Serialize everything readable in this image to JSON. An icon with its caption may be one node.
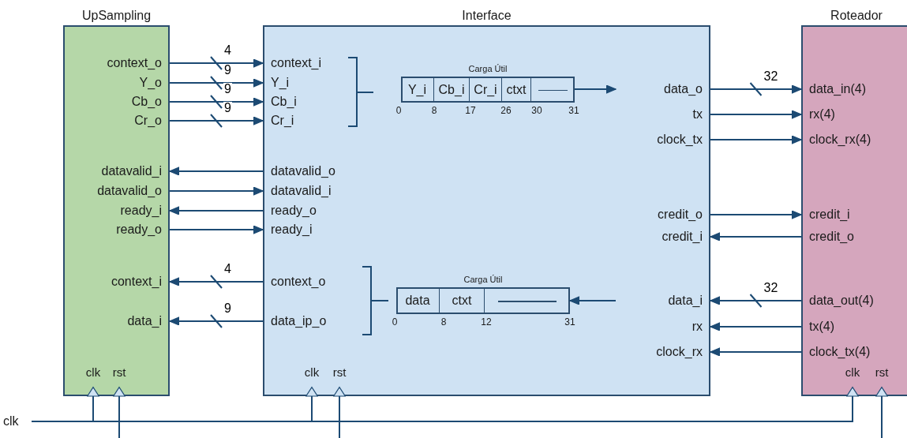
{
  "diagram": {
    "nodes": [
      {
        "text": [
          "UpSampling"
        ]
      },
      {
        "text": [
          "context_o"
        ],
        "in": 0
      },
      {
        "text": [
          "Y_o"
        ],
        "in": 0
      },
      {
        "text": [
          "Cb_o"
        ],
        "in": 0
      },
      {
        "text": [
          "Cr_o"
        ],
        "in": 0
      },
      {
        "text": [
          "datavalid_i"
        ],
        "in": 0
      },
      {
        "text": [
          "datavalid_o"
        ],
        "in": 0
      },
      {
        "text": [
          "ready_i"
        ],
        "in": 0
      },
      {
        "text": [
          "ready_o"
        ],
        "in": 0
      },
      {
        "text": [
          "context_i"
        ],
        "in": 0
      },
      {
        "text": [
          "data_i"
        ],
        "in": 0
      },
      {
        "text": [
          "clk"
        ],
        "in": 0
      },
      {
        "text": [
          "rst"
        ],
        "in": 0
      },
      {
        "text": [
          "Interface"
        ]
      },
      {
        "text": [
          "context_i"
        ],
        "in": 13
      },
      {
        "text": [
          "Y_i"
        ],
        "in": 13
      },
      {
        "text": [
          "Cb_i"
        ],
        "in": 13
      },
      {
        "text": [
          "Cr_i"
        ],
        "in": 13
      },
      {
        "text": [
          "datavalid_o"
        ],
        "in": 13
      },
      {
        "text": [
          "datavalid_i"
        ],
        "in": 13
      },
      {
        "text": [
          "ready_o"
        ],
        "in": 13
      },
      {
        "text": [
          "ready_i"
        ],
        "in": 13
      },
      {
        "text": [
          "context_o"
        ],
        "in": 13
      },
      {
        "text": [
          "data_ip_o"
        ],
        "in": 13
      },
      {
        "text": [
          "clk"
        ],
        "in": 13
      },
      {
        "text": [
          "rst"
        ],
        "in": 13
      },
      {
        "text": [
          "Carga Útil"
        ],
        "in": 13
      },
      {
        "text": [
          "Y_i"
        ],
        "in": 26
      },
      {
        "text": [
          "Cb_i"
        ],
        "in": 26
      },
      {
        "text": [
          "Cr_i"
        ],
        "in": 26
      },
      {
        "text": [
          "ctxt"
        ],
        "in": 26
      },
      {
        "text": [],
        "shape": "box",
        "in": 26
      },
      {
        "text": [
          "data_o"
        ],
        "in": 13
      },
      {
        "text": [
          "tx"
        ],
        "in": 13
      },
      {
        "text": [
          "clock_tx"
        ],
        "in": 13
      },
      {
        "text": [
          "credit_o"
        ],
        "in": 13
      },
      {
        "text": [
          "credit_i"
        ],
        "in": 13
      },
      {
        "text": [
          "Carga Útil"
        ],
        "in": 13
      },
      {
        "text": [
          "data"
        ],
        "in": 37
      },
      {
        "text": [
          "ctxt"
        ],
        "in": 37
      },
      {
        "text": [],
        "shape": "box",
        "in": 37
      },
      {
        "text": [
          "data_i"
        ],
        "in": 13
      },
      {
        "text": [
          "rx"
        ],
        "in": 13
      },
      {
        "text": [
          "clock_rx"
        ],
        "in": 13
      },
      {
        "text": [
          "Roteador"
        ]
      },
      {
        "text": [
          "data_in(4)"
        ],
        "in": 44
      },
      {
        "text": [
          "rx(4)"
        ],
        "in": 44
      },
      {
        "text": [
          "clock_rx(4)"
        ],
        "in": 44
      },
      {
        "text": [
          "credit_i"
        ],
        "in": 44
      },
      {
        "text": [
          "credit_o"
        ],
        "in": 44
      },
      {
        "text": [
          "data_out(4)"
        ],
        "in": 44
      },
      {
        "text": [
          "tx(4)"
        ],
        "in": 44
      },
      {
        "text": [
          "clock_tx(4)"
        ],
        "in": 44
      },
      {
        "text": [
          "clk"
        ],
        "in": 44
      },
      {
        "text": [
          "rst"
        ],
        "in": 44
      },
      {
        "text": [
          "clk"
        ]
      }
    ],
    "edges": [
      {
        "from": 1,
        "to": 14,
        "arrow": "to",
        "label": "4"
      },
      {
        "from": 2,
        "to": 15,
        "arrow": "to",
        "label": "9"
      },
      {
        "from": 3,
        "to": 16,
        "arrow": "to",
        "label": "9"
      },
      {
        "from": 4,
        "to": 17,
        "arrow": "to",
        "label": "9"
      },
      {
        "from": 18,
        "to": 5,
        "arrow": "to"
      },
      {
        "from": 6,
        "to": 19,
        "arrow": "to"
      },
      {
        "from": 20,
        "to": 7,
        "arrow": "to"
      },
      {
        "from": 8,
        "to": 21,
        "arrow": "to"
      },
      {
        "from": 22,
        "to": 9,
        "arrow": "to",
        "label": "4"
      },
      {
        "from": 23,
        "to": 10,
        "arrow": "to",
        "label": "9"
      },
      {
        "from": 26,
        "to": 32,
        "arrow": "to"
      },
      {
        "from": 32,
        "to": 45,
        "arrow": "to",
        "label": "32"
      },
      {
        "from": 33,
        "to": 46,
        "arrow": "to"
      },
      {
        "from": 34,
        "to": 47,
        "arrow": "to"
      },
      {
        "from": 35,
        "to": 48,
        "arrow": "to"
      },
      {
        "from": 49,
        "to": 36,
        "arrow": "to"
      },
      {
        "from": 50,
        "to": 41,
        "arrow": "to",
        "label": "32"
      },
      {
        "from": 51,
        "to": 42,
        "arrow": "to"
      },
      {
        "from": 52,
        "to": 43,
        "arrow": "to"
      },
      {
        "from": 41,
        "to": 37,
        "arrow": "to"
      },
      {
        "from": 55,
        "to": 11,
        "arrow": "to"
      },
      {
        "from": 55,
        "to": 24,
        "arrow": "to"
      },
      {
        "from": 55,
        "to": 53,
        "arrow": "to"
      },
      {
        "from": null,
        "to": 12,
        "arrow": "to"
      },
      {
        "from": null,
        "to": 25,
        "arrow": "to"
      },
      {
        "from": null,
        "to": 54,
        "arrow": "to"
      }
    ],
    "labels": [
      "0",
      "8",
      "17",
      "26",
      "30",
      "31",
      "0",
      "8",
      "12",
      "31"
    ]
  }
}
